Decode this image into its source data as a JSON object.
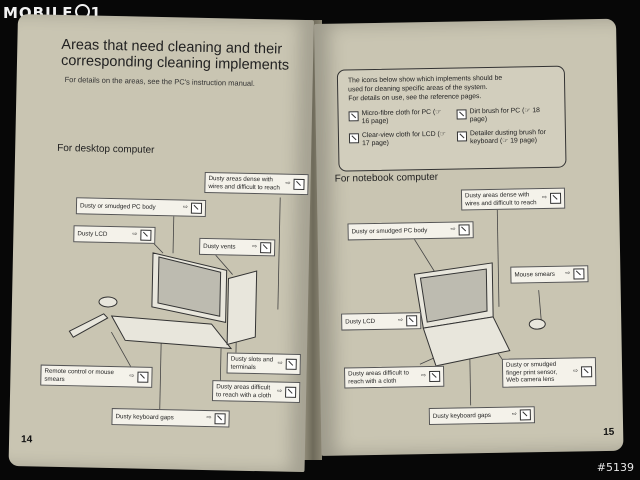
{
  "watermark": {
    "brand_prefix": "MOBILE",
    "brand_suffix": "1",
    "tag": "#5139"
  },
  "left_page": {
    "title_line1": "Areas that need cleaning and their",
    "title_line2": "corresponding cleaning implements",
    "subtitle": "For details on the areas, see the PC's instruction manual.",
    "section": "For desktop computer",
    "page_number": "14",
    "labels": {
      "dense_wires": "Dusty areas dense with wires and difficult to reach",
      "pc_body": "Dusty or smudged PC body",
      "lcd": "Dusty LCD",
      "vents": "Dusty vents",
      "slots": "Dusty slots and terminals",
      "remote": "Remote control or mouse smears",
      "difficult": "Dusty areas difficult to reach with a cloth",
      "keyboard": "Dusty keyboard gaps"
    }
  },
  "right_page": {
    "page_number": "15",
    "section": "For notebook computer",
    "legend": {
      "intro1": "The icons below show which implements should be",
      "intro2": "used for cleaning specific areas of the system.",
      "intro3": "For details on use, see the reference pages.",
      "items": [
        {
          "label": "Micro-fibre cloth for PC (☞ 16 page)",
          "icon": "microfibre-cloth-icon"
        },
        {
          "label": "Dirt brush for PC (☞ 18 page)",
          "icon": "dirt-brush-icon"
        },
        {
          "label": "Clear-view cloth for LCD (☞ 17 page)",
          "icon": "clearview-cloth-icon"
        },
        {
          "label": "Detailer dusting brush for keyboard (☞ 19 page)",
          "icon": "dusting-brush-icon"
        }
      ]
    },
    "labels": {
      "dense_wires": "Dusty areas dense with wires and difficult to reach",
      "pc_body": "Dusty or smudged PC body",
      "mouse": "Mouse smears",
      "lcd": "Dusty LCD",
      "difficult": "Dusty areas difficult to reach with a cloth",
      "fingerprint": "Dusty or smudged finger print sensor, Web camera lens",
      "keyboard": "Dusty keyboard gaps"
    }
  }
}
